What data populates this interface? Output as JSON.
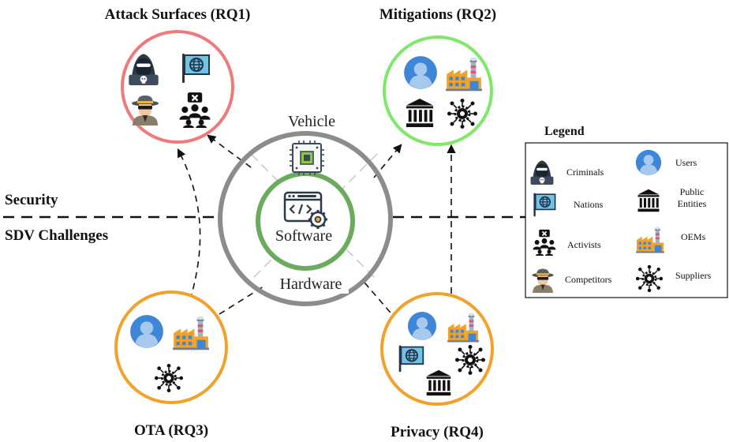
{
  "quadrants": {
    "rq1_title": "Attack Surfaces (RQ1)",
    "rq2_title": "Mitigations (RQ2)",
    "rq3_title": "OTA (RQ3)",
    "rq4_title": "Privacy (RQ4)"
  },
  "divider": {
    "top_label": "Security",
    "bottom_label": "SDV Challenges"
  },
  "core": {
    "outer_label": "Vehicle",
    "inner_label": "Software",
    "lower_label": "Hardware"
  },
  "legend": {
    "title": "Legend",
    "items": [
      {
        "label": "Criminals",
        "icon": "criminal-icon"
      },
      {
        "label": "Nations",
        "icon": "nation-flag-icon"
      },
      {
        "label": "Activists",
        "icon": "activists-icon"
      },
      {
        "label": "Competitors",
        "icon": "competitor-spy-icon"
      },
      {
        "label": "Users",
        "icon": "user-icon"
      },
      {
        "label_line1": "Public",
        "label_line2": "Entities",
        "icon": "public-entity-icon"
      },
      {
        "label": "OEMs",
        "icon": "factory-icon"
      },
      {
        "label": "Suppliers",
        "icon": "supplier-gear-icon"
      }
    ]
  },
  "colors": {
    "rq1": "#f07a7a",
    "rq2": "#7fe86b",
    "rq3_rq4": "#f2a12a",
    "vehicle_ring": "#8c8c8c",
    "software_ring": "#6aab5e"
  }
}
